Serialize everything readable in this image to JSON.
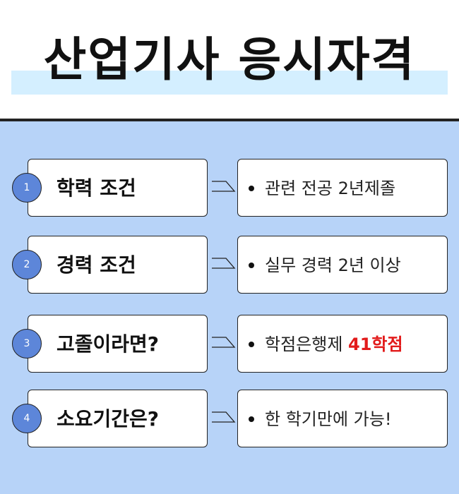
{
  "title": "산업기사 응시자격",
  "colors": {
    "panel_bg": "#b7d3f8",
    "circle": "#5d86d9",
    "highlight": "#e21b1b",
    "title_highlight": "#d4efff"
  },
  "rows": [
    {
      "number": "1",
      "label": "학력 조건",
      "value": "관련 전공 2년제졸",
      "value_highlight": ""
    },
    {
      "number": "2",
      "label": "경력 조건",
      "value": "실무 경력 2년 이상",
      "value_highlight": ""
    },
    {
      "number": "3",
      "label": "고졸이라면?",
      "value": "학점은행제 ",
      "value_highlight": "41학점"
    },
    {
      "number": "4",
      "label": "소요기간은?",
      "value": "한 학기만에 가능!",
      "value_highlight": ""
    }
  ]
}
